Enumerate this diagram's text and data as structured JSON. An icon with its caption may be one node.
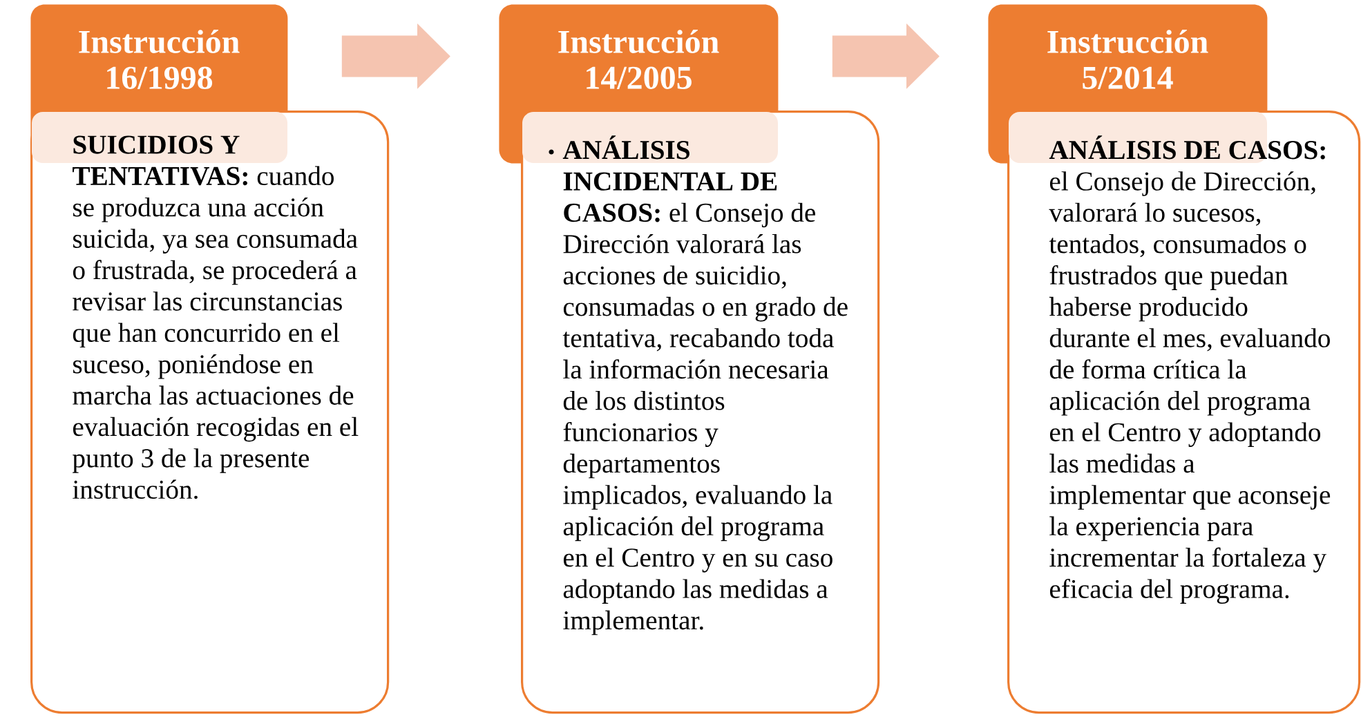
{
  "diagram": {
    "nodes": [
      {
        "text": [
          "Instrucción 16/1998"
        ]
      },
      {
        "text": [
          "**SUICIDIOS Y TENTATIVAS:** cuando se produzca una acción suicida, ya sea consumada o frustrada, se procederá a revisar las circunstancias que han concurrido en el suceso, poniéndose en marcha las actuaciones de evaluación recogidas en el punto 3 de la presente instrucción."
        ]
      },
      {
        "text": [
          "Instrucción 14/2005"
        ]
      },
      {
        "text": [
          "**ANÁLISIS INCIDENTAL DE CASOS:** el Consejo de Dirección valorará las acciones de suicidio, consumadas o en grado de tentativa, recabando toda la información necesaria de los distintos funcionarios y departamentos implicados, evaluando la aplicación del programa en el Centro y en su caso adoptando las medidas a implementar."
        ]
      },
      {
        "text": [
          "Instrucción 5/2014"
        ]
      },
      {
        "text": [
          "**ANÁLISIS DE CASOS:** el Consejo de Dirección, valorará lo sucesos, tentados, consumados o frustrados que puedan haberse producido durante el mes, evaluando de forma crítica la aplicación del programa en el Centro y adoptando las medidas a implementar que aconseje la experiencia para incrementar la fortaleza y eficacia del programa."
        ]
      }
    ],
    "edges": [
      {
        "from": 0,
        "to": 2,
        "arrow": "to"
      },
      {
        "from": 2,
        "to": 4,
        "arrow": "to"
      }
    ]
  }
}
